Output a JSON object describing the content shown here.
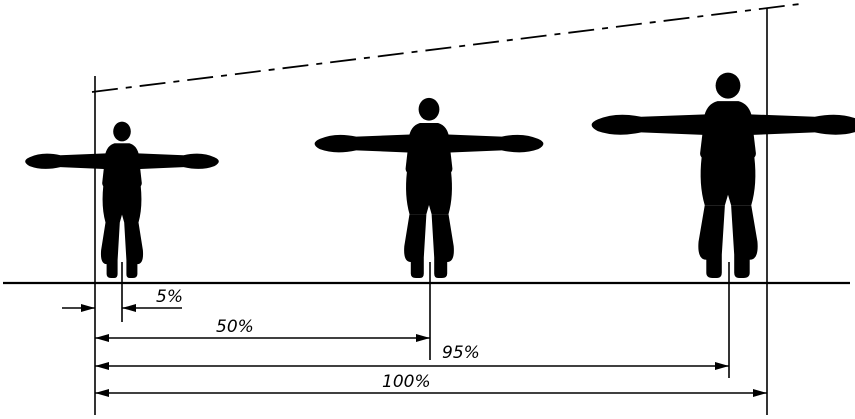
{
  "labels": {
    "p5": "5%",
    "p50": "50%",
    "p95": "95%",
    "p100": "100%"
  },
  "figures": [
    {
      "name": "figure-5th-percentile",
      "percentile": 5
    },
    {
      "name": "figure-50th-percentile",
      "percentile": 50
    },
    {
      "name": "figure-95th-percentile",
      "percentile": 95
    }
  ]
}
